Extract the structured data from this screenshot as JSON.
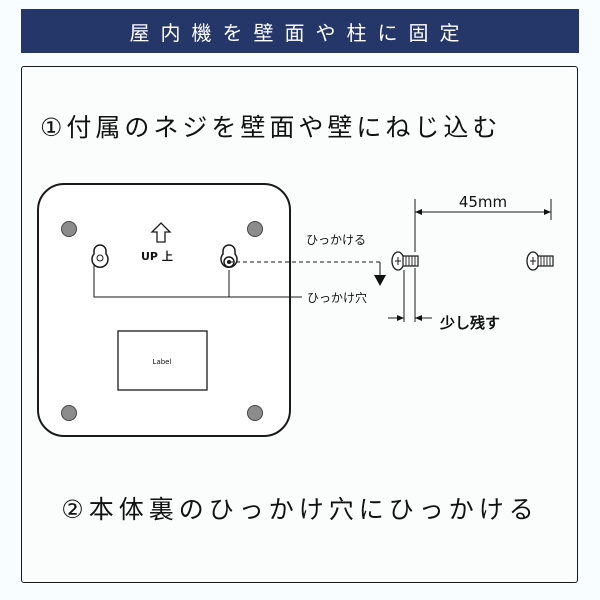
{
  "header": {
    "title": "屋内機を壁面や柱に固定"
  },
  "steps": [
    {
      "text": "①付属のネジを壁面や壁にねじ込む"
    },
    {
      "text": "②本体裏のひっかけ穴にひっかける"
    }
  ],
  "diagram": {
    "up_label": "UP 上",
    "device_label": "Label",
    "hook_label": "ひっかける",
    "hole_label": "ひっかけ穴",
    "distance_label": "45mm",
    "leave_label": "少し残す"
  },
  "colors": {
    "header_bg": "#253668",
    "header_text": "#ffffff",
    "screw_hole": "#8c8c8c"
  }
}
